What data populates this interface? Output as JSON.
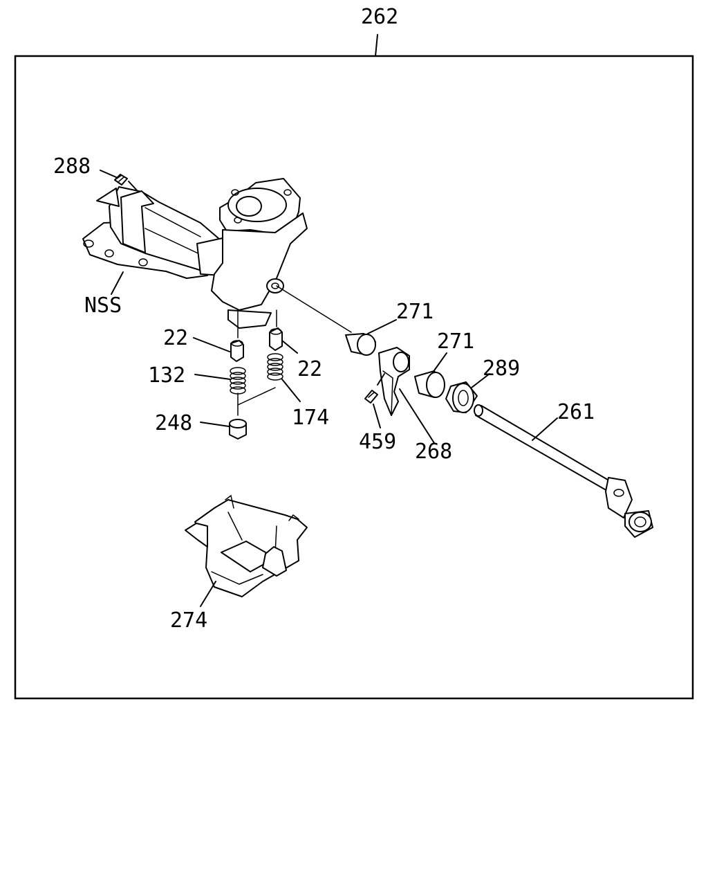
{
  "callouts": {
    "assembly": "262",
    "screw": "288",
    "nss": "NSS",
    "detent_left": "22",
    "detent_right": "22",
    "spring_left": "132",
    "spring_right": "174",
    "plug": "248",
    "bushing_upper": "271",
    "bushing_lower": "271",
    "bearing": "289",
    "shaft": "261",
    "pin": "459",
    "lever": "268",
    "cover": "274"
  }
}
